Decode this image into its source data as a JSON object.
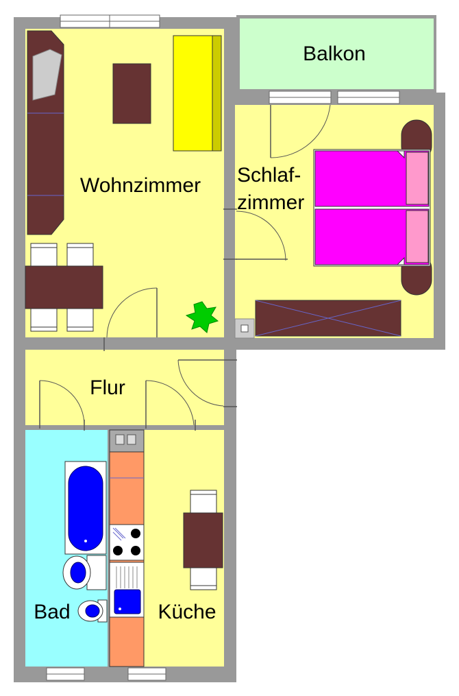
{
  "floor_plan": {
    "colors": {
      "wall": "#999999",
      "living_floor": "#ffff99",
      "balcony_floor": "#ccffcc",
      "bath_floor": "#99ffff",
      "furniture_brown": "#663333",
      "sofa_yellow": "#ffff00",
      "bed_magenta": "#ff00ff",
      "pillow_pink": "#ff99cc",
      "bathtub_blue": "#0000ff",
      "counter_orange": "#ff9966",
      "plant_green": "#00cc00"
    },
    "rooms": {
      "wohnzimmer": {
        "label": "Wohnzimmer"
      },
      "balkon": {
        "label": "Balkon"
      },
      "schlafzimmer": {
        "label_line1": "Schlaf-",
        "label_line2": "zimmer"
      },
      "flur": {
        "label": "Flur"
      },
      "bad": {
        "label": "Bad"
      },
      "kueche": {
        "label": "Küche"
      }
    }
  }
}
